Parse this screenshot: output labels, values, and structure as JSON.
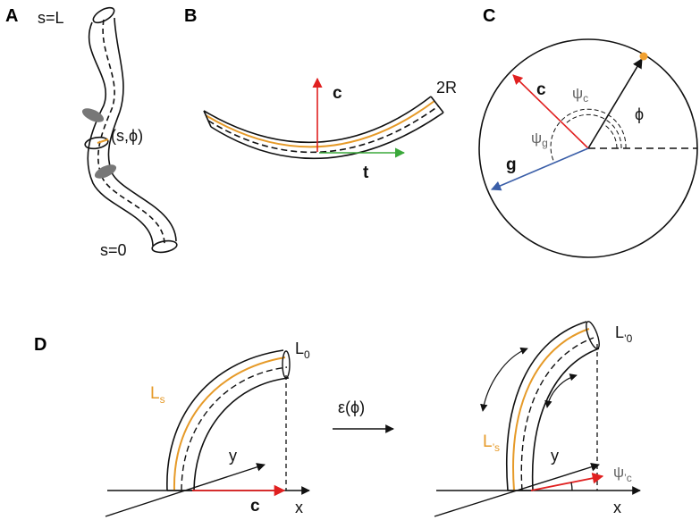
{
  "panels": {
    "a": "A",
    "b": "B",
    "c": "C",
    "d": "D"
  },
  "panel_a": {
    "top_label": "s=L",
    "point_label": "(s,ϕ)",
    "bottom_label": "s=0"
  },
  "panel_b": {
    "c_label": "c",
    "t_label": "t",
    "radius_label": "2R"
  },
  "panel_c": {
    "c_label": "c",
    "g_label": "g",
    "phi_label": "ϕ",
    "psi_c": {
      "base": "ψ",
      "sub": "c"
    },
    "psi_g": {
      "base": "ψ",
      "sub": "g"
    }
  },
  "panel_d": {
    "left": {
      "Ls": {
        "base": "L",
        "sub": "s"
      },
      "L0": {
        "base": "L",
        "sub": "0"
      },
      "y_label": "y",
      "c_label": "c",
      "x_label": "x"
    },
    "arrow_label": "ε(ϕ)",
    "right": {
      "Ls": {
        "base": "L",
        "sub": "’s"
      },
      "L0": {
        "base": "L",
        "sub": "’0"
      },
      "y_label": "y",
      "x_label": "x",
      "psi": {
        "base": "ψ",
        "sub": "’c"
      }
    }
  },
  "colors": {
    "red": "#e02020",
    "orange": "#e69a28",
    "blue": "#3a5ea8",
    "green": "#3aa83a",
    "grey": "#777777"
  }
}
